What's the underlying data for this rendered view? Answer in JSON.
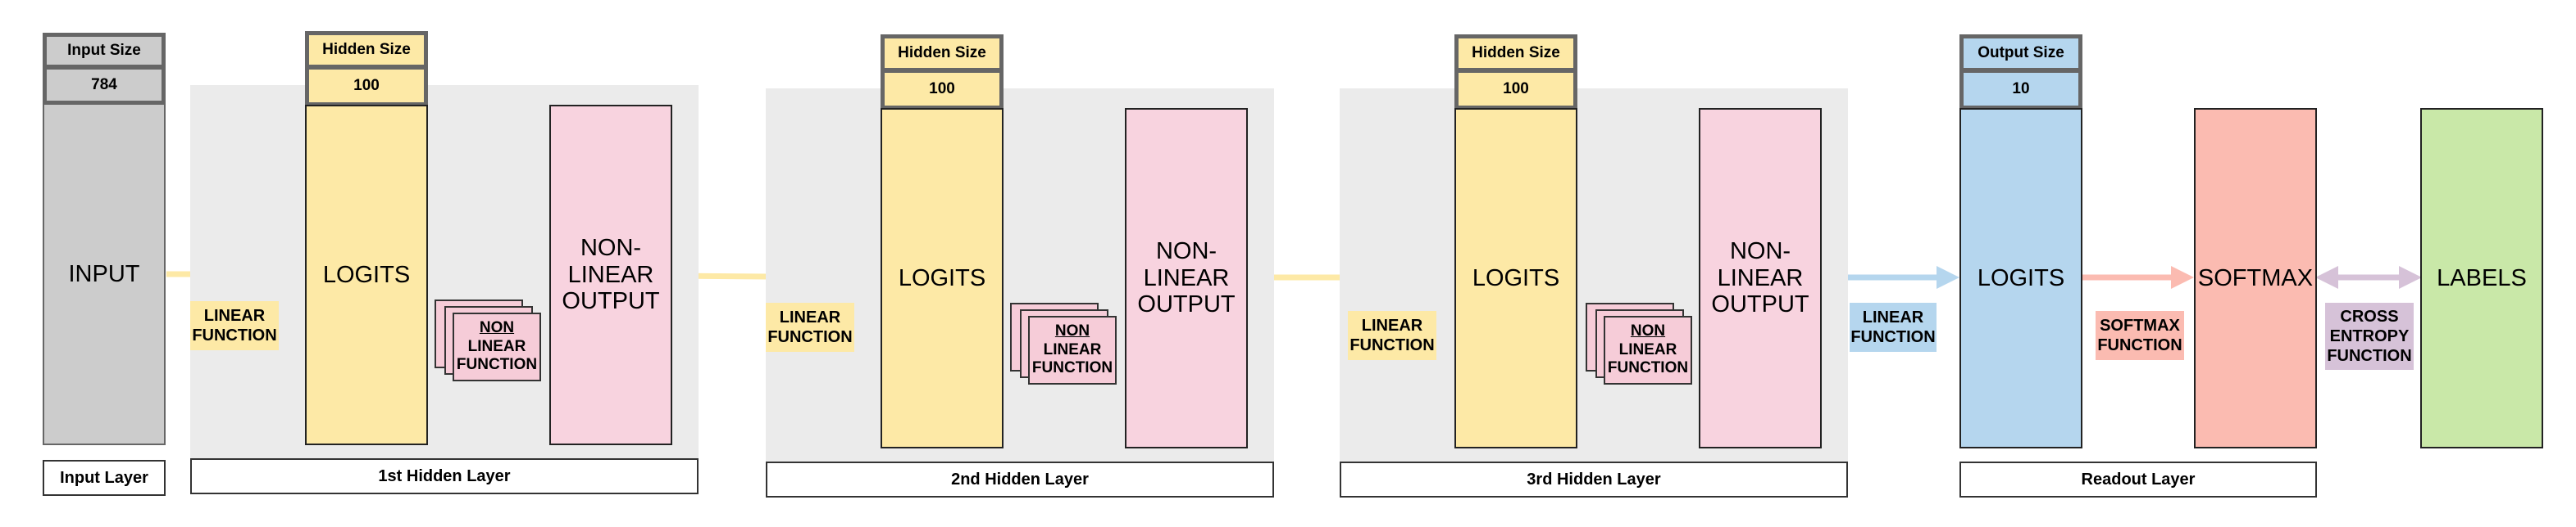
{
  "input": {
    "size_label": "Input Size",
    "size_value": "784",
    "block_label": "INPUT",
    "layer_label": "Input Layer"
  },
  "hidden_layers": [
    {
      "size_label": "Hidden Size",
      "size_value": "100",
      "logits_label": "LOGITS",
      "output_label": "NON-\nLINEAR\nOUTPUT",
      "linear_fn": "LINEAR\nFUNCTION",
      "nonlinear_fn_underlined": "NON",
      "nonlinear_fn_rest": "LINEAR\nFUNCTION",
      "layer_label": "1st Hidden Layer"
    },
    {
      "size_label": "Hidden Size",
      "size_value": "100",
      "logits_label": "LOGITS",
      "output_label": "NON-\nLINEAR\nOUTPUT",
      "linear_fn": "LINEAR\nFUNCTION",
      "nonlinear_fn_underlined": "NON",
      "nonlinear_fn_rest": "LINEAR\nFUNCTION",
      "layer_label": "2nd Hidden Layer"
    },
    {
      "size_label": "Hidden Size",
      "size_value": "100",
      "logits_label": "LOGITS",
      "output_label": "NON-\nLINEAR\nOUTPUT",
      "linear_fn": "LINEAR\nFUNCTION",
      "nonlinear_fn_underlined": "NON",
      "nonlinear_fn_rest": "LINEAR\nFUNCTION",
      "layer_label": "3rd Hidden Layer"
    }
  ],
  "readout": {
    "size_label": "Output Size",
    "size_value": "10",
    "logits_label": "LOGITS",
    "linear_fn": "LINEAR\nFUNCTION",
    "softmax_label": "SOFTMAX",
    "softmax_fn": "SOFTMAX\nFUNCTION",
    "layer_label": "Readout Layer"
  },
  "loss": {
    "fn_label": "CROSS\nENTROPY\nFUNCTION",
    "labels_label": "LABELS"
  },
  "colors": {
    "input": "#cccccc",
    "hidden_logits": "#fde9a6",
    "nonlinear_output": "#f8d3df",
    "readout_logits": "#b5d6ee",
    "softmax": "#fbbbb1",
    "labels": "#c9e8a8",
    "loss_fn": "#d6c2d8",
    "group_background": "#ebebeb"
  }
}
